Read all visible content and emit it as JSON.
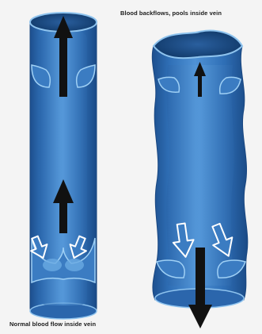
{
  "captions": {
    "diseased": "Blood backflows, pools inside vein",
    "normal": "Normal blood flow inside vein"
  },
  "colors": {
    "background": "#f4f4f4",
    "vein_dark": "#1d4f8e",
    "vein_mid": "#3d7fc4",
    "vein_light": "#8ec3ee",
    "arrow": "#111111",
    "outline_arrow": "#ffffff"
  },
  "panels": [
    {
      "name": "normal-vein",
      "valves": "closed",
      "flow": "upward"
    },
    {
      "name": "varicose-vein",
      "valves": "open",
      "flow": "backflow-downward"
    }
  ]
}
